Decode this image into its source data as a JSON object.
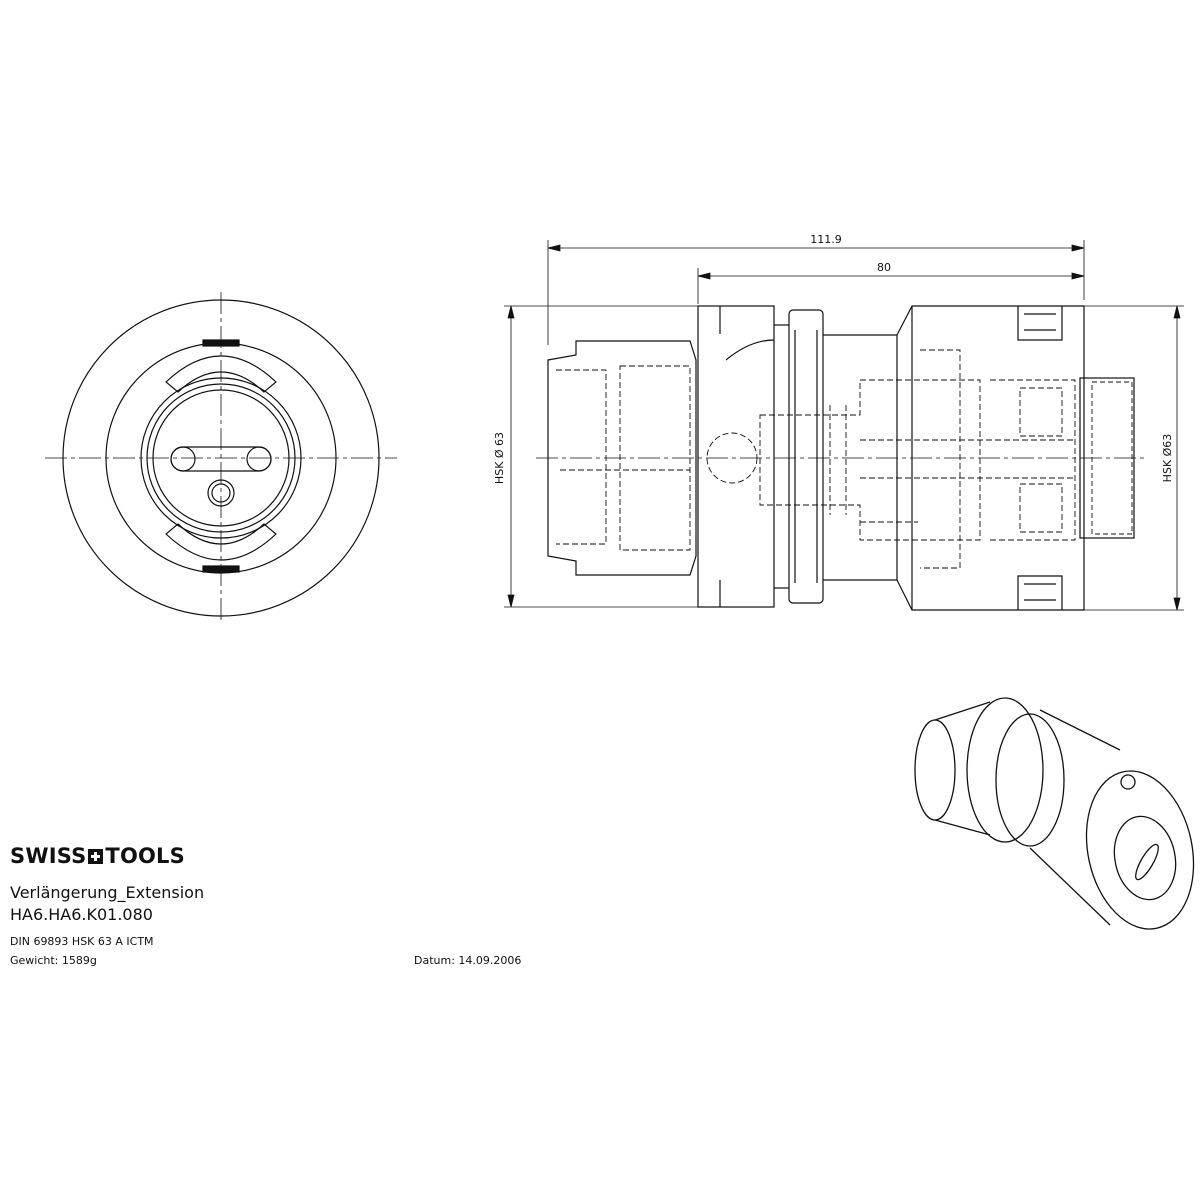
{
  "dimensions": {
    "overall_length": "111.9",
    "shank_length": "80",
    "left_diameter": "HSK  Ø 63",
    "right_diameter": "HSK  Ø63"
  },
  "title_block": {
    "brand_left": "SWISS",
    "brand_icon": "swiss-cross-icon",
    "brand_right": "TOOLS",
    "title": "Verlängerung_Extension",
    "part_number": "HA6.HA6.K01.080",
    "standard": "DIN 69893 HSK 63 A ICTM",
    "weight": "Gewicht: 1589g",
    "date": "Datum: 14.09.2006"
  },
  "colors": {
    "line": "#111111",
    "background": "#ffffff"
  }
}
